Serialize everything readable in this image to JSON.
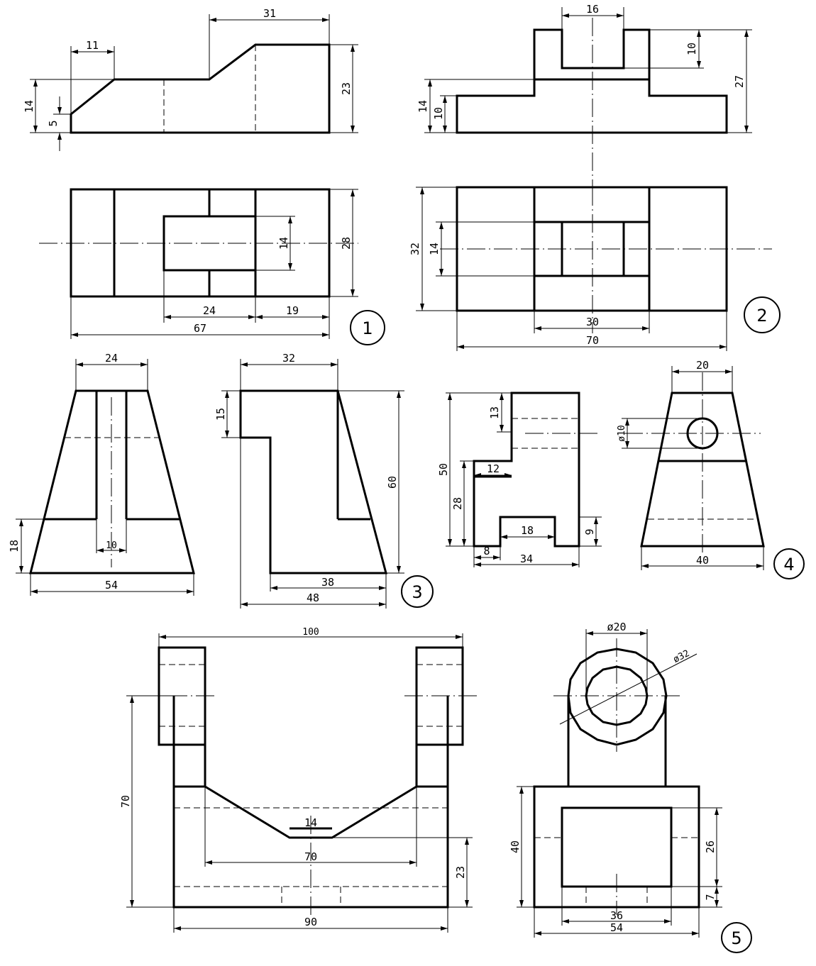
{
  "exercises": [
    {
      "id": "ex1",
      "badge": "1",
      "dims": [
        "31",
        "11",
        "14",
        "5",
        "23",
        "14",
        "28",
        "24",
        "19",
        "67"
      ]
    },
    {
      "id": "ex2",
      "badge": "2",
      "dims": [
        "16",
        "10",
        "14",
        "10",
        "27",
        "32",
        "14",
        "30",
        "70"
      ]
    },
    {
      "id": "ex3",
      "badge": "3",
      "dims": [
        "24",
        "18",
        "10",
        "54",
        "32",
        "15",
        "60",
        "38",
        "48"
      ]
    },
    {
      "id": "ex4",
      "badge": "4",
      "dims": [
        "13",
        "50",
        "12",
        "28",
        "18",
        "9",
        "8",
        "34",
        "20",
        "ø10",
        "40"
      ]
    },
    {
      "id": "ex5",
      "badge": "5",
      "dims": [
        "100",
        "70",
        "14",
        "70",
        "23",
        "90",
        "ø20",
        "ø32",
        "40",
        "26",
        "7",
        "36",
        "54"
      ]
    }
  ]
}
